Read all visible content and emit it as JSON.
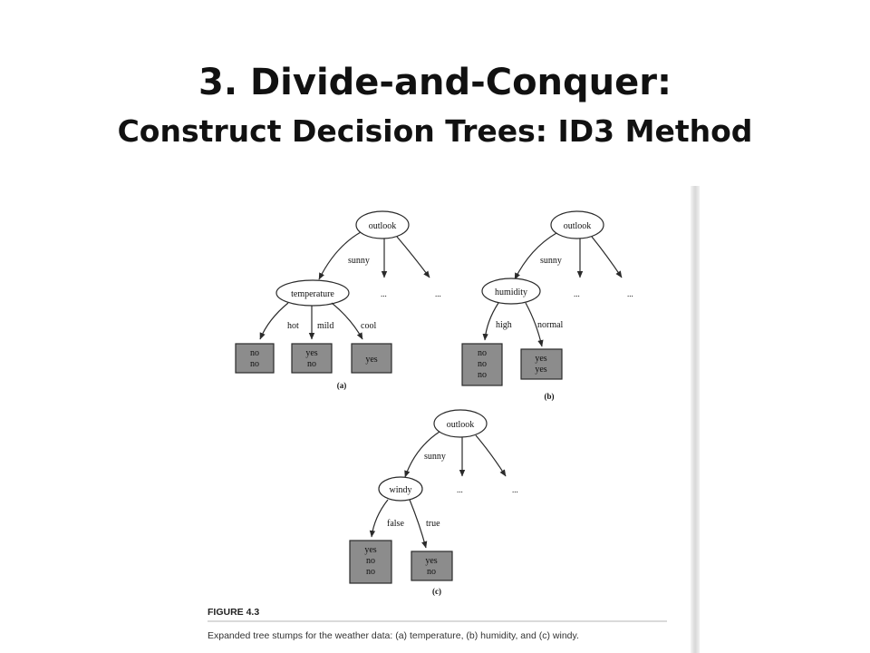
{
  "slide": {
    "title_line1": "3. Divide-and-Conquer:",
    "title_line2": "Construct Decision Trees: ID3 Method"
  },
  "figure": {
    "label": "FIGURE 4.3",
    "caption": "Expanded tree stumps for the weather data: (a) temperature, (b) humidity, and (c) windy.",
    "ellipsis": "...",
    "trees": [
      {
        "sub_label": "(a)",
        "root": "outlook",
        "branch": "sunny",
        "node": "temperature",
        "edges": [
          "hot",
          "mild",
          "cool"
        ],
        "leaves": [
          [
            "no",
            "no"
          ],
          [
            "yes",
            "no"
          ],
          [
            "yes"
          ]
        ]
      },
      {
        "sub_label": "(b)",
        "root": "outlook",
        "branch": "sunny",
        "node": "humidity",
        "edges": [
          "high",
          "normal"
        ],
        "leaves": [
          [
            "no",
            "no",
            "no"
          ],
          [
            "yes",
            "yes"
          ]
        ]
      },
      {
        "sub_label": "(c)",
        "root": "outlook",
        "branch": "sunny",
        "node": "windy",
        "edges": [
          "false",
          "true"
        ],
        "leaves": [
          [
            "yes",
            "no",
            "no"
          ],
          [
            "yes",
            "no"
          ]
        ]
      }
    ]
  },
  "colors": {
    "leaf_fill": "#8c8c8c",
    "line": "#2a2a2a",
    "scan_edge": "#e4e4e4"
  }
}
